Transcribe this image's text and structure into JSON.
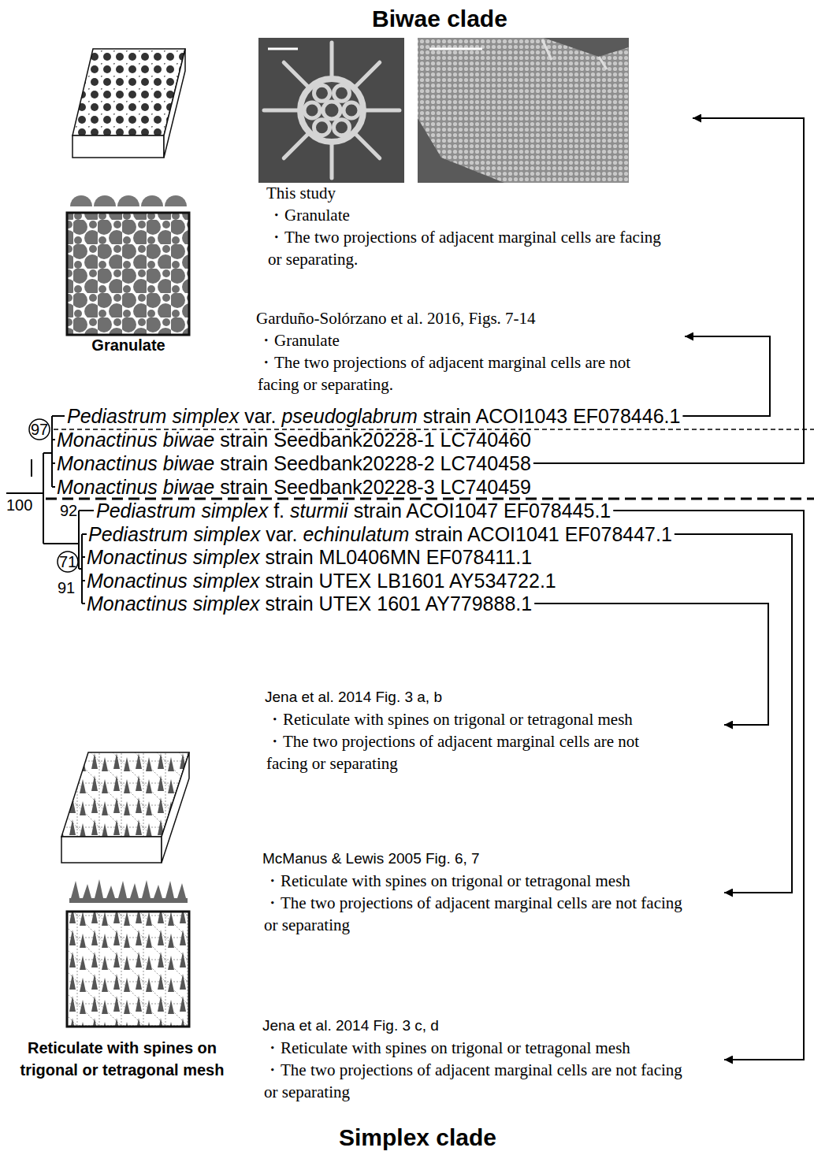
{
  "diagram": {
    "nodes": [
      {
        "text": [
          "This study",
          "・Granulate",
          "・The two projections of adjacent marginal cells are facing or separating."
        ]
      },
      {
        "text": [
          "Garduño-Solórzano et al. 2016, Figs. 7-14",
          "・Granulate",
          "・The two projections of adjacent marginal cells are not facing or separating."
        ]
      },
      {
        "text": [
          "Pediastrum simplex",
          "var.",
          "pseudoglabrum",
          "strain ACOI1043 EF078446.1"
        ]
      },
      {
        "text": [
          "Monactinus biwae",
          "strain Seedbank20228-1 LC740460"
        ]
      },
      {
        "text": [
          "Monactinus biwae",
          "strain Seedbank20228-2 LC740458"
        ]
      },
      {
        "text": [
          "Monactinus biwae",
          "strain Seedbank20228-3 LC740459"
        ]
      },
      {
        "text": [
          "Pediastrum simplex",
          "f.",
          "sturmii",
          "strain ACOI1047 EF078445.1"
        ]
      },
      {
        "text": [
          "Pediastrum simplex",
          "var.",
          "echinulatum",
          "strain ACOI1041 EF078447.1"
        ]
      },
      {
        "text": [
          "Monactinus simplex",
          "strain ML0406MN EF078411.1"
        ]
      },
      {
        "text": [
          "Monactinus simplex",
          "strain UTEX LB1601 AY534722.1"
        ]
      },
      {
        "text": [
          "Monactinus simplex",
          "strain UTEX 1601 AY779888.1"
        ]
      },
      {
        "text": [
          "Jena et al. 2014 Fig. 3 a, b",
          "・Reticulate with spines on trigonal or tetragonal mesh",
          "・The two projections of adjacent marginal cells are not facing or separating"
        ]
      },
      {
        "text": [
          "McManus & Lewis 2005 Fig. 6, 7",
          "・Reticulate with spines on trigonal or tetragonal mesh",
          "・The two projections of adjacent marginal cells are not facing or separating"
        ]
      },
      {
        "text": [
          "Jena et al. 2014 Fig. 3 c, d",
          "・Reticulate with spines on trigonal or tetragonal mesh",
          "・The two projections of adjacent marginal cells are not facing or separating"
        ]
      }
    ],
    "edges": [
      {
        "from": 2,
        "to": 1,
        "arrow": "to"
      },
      {
        "from": 4,
        "to": 0,
        "arrow": "to"
      },
      {
        "from": 6,
        "to": 13,
        "arrow": "to"
      },
      {
        "from": 7,
        "to": 12,
        "arrow": "to"
      },
      {
        "from": 10,
        "to": 11,
        "arrow": "to"
      }
    ],
    "labels": [
      "Biwae clade",
      "Granulate",
      "97",
      "100",
      "92",
      "71",
      "91",
      "Reticulate with spines on trigonal or tetragonal mesh",
      "Simplex clade"
    ]
  }
}
